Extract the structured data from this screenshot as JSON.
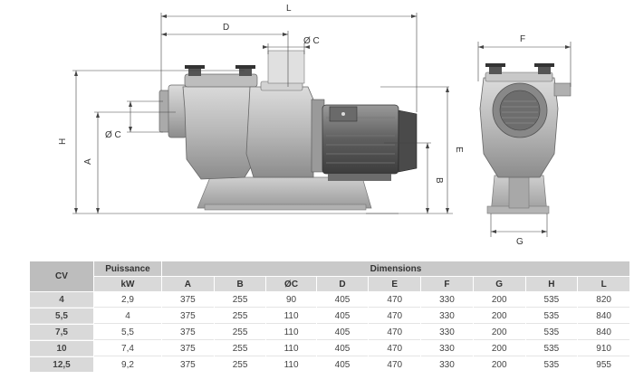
{
  "dimension_labels": {
    "L": "L",
    "D": "D",
    "C_top": "Ø C",
    "C_left": "Ø C",
    "H": "H",
    "A": "A",
    "E": "E",
    "B": "B",
    "F": "F",
    "G": "G"
  },
  "table": {
    "header": {
      "cv": "CV",
      "puissance": "Puissance",
      "kw": "kW",
      "dimensions": "Dimensions",
      "columns": [
        "A",
        "B",
        "ØC",
        "D",
        "E",
        "F",
        "G",
        "H",
        "L"
      ]
    },
    "rows": [
      {
        "cv": "4",
        "kw": "2,9",
        "vals": [
          "375",
          "255",
          "90",
          "405",
          "470",
          "330",
          "200",
          "535",
          "820"
        ]
      },
      {
        "cv": "5,5",
        "kw": "4",
        "vals": [
          "375",
          "255",
          "110",
          "405",
          "470",
          "330",
          "200",
          "535",
          "840"
        ]
      },
      {
        "cv": "7,5",
        "kw": "5,5",
        "vals": [
          "375",
          "255",
          "110",
          "405",
          "470",
          "330",
          "200",
          "535",
          "840"
        ]
      },
      {
        "cv": "10",
        "kw": "7,4",
        "vals": [
          "375",
          "255",
          "110",
          "405",
          "470",
          "330",
          "200",
          "535",
          "910"
        ]
      },
      {
        "cv": "12,5",
        "kw": "9,2",
        "vals": [
          "375",
          "255",
          "110",
          "405",
          "470",
          "330",
          "200",
          "535",
          "955"
        ]
      }
    ]
  }
}
